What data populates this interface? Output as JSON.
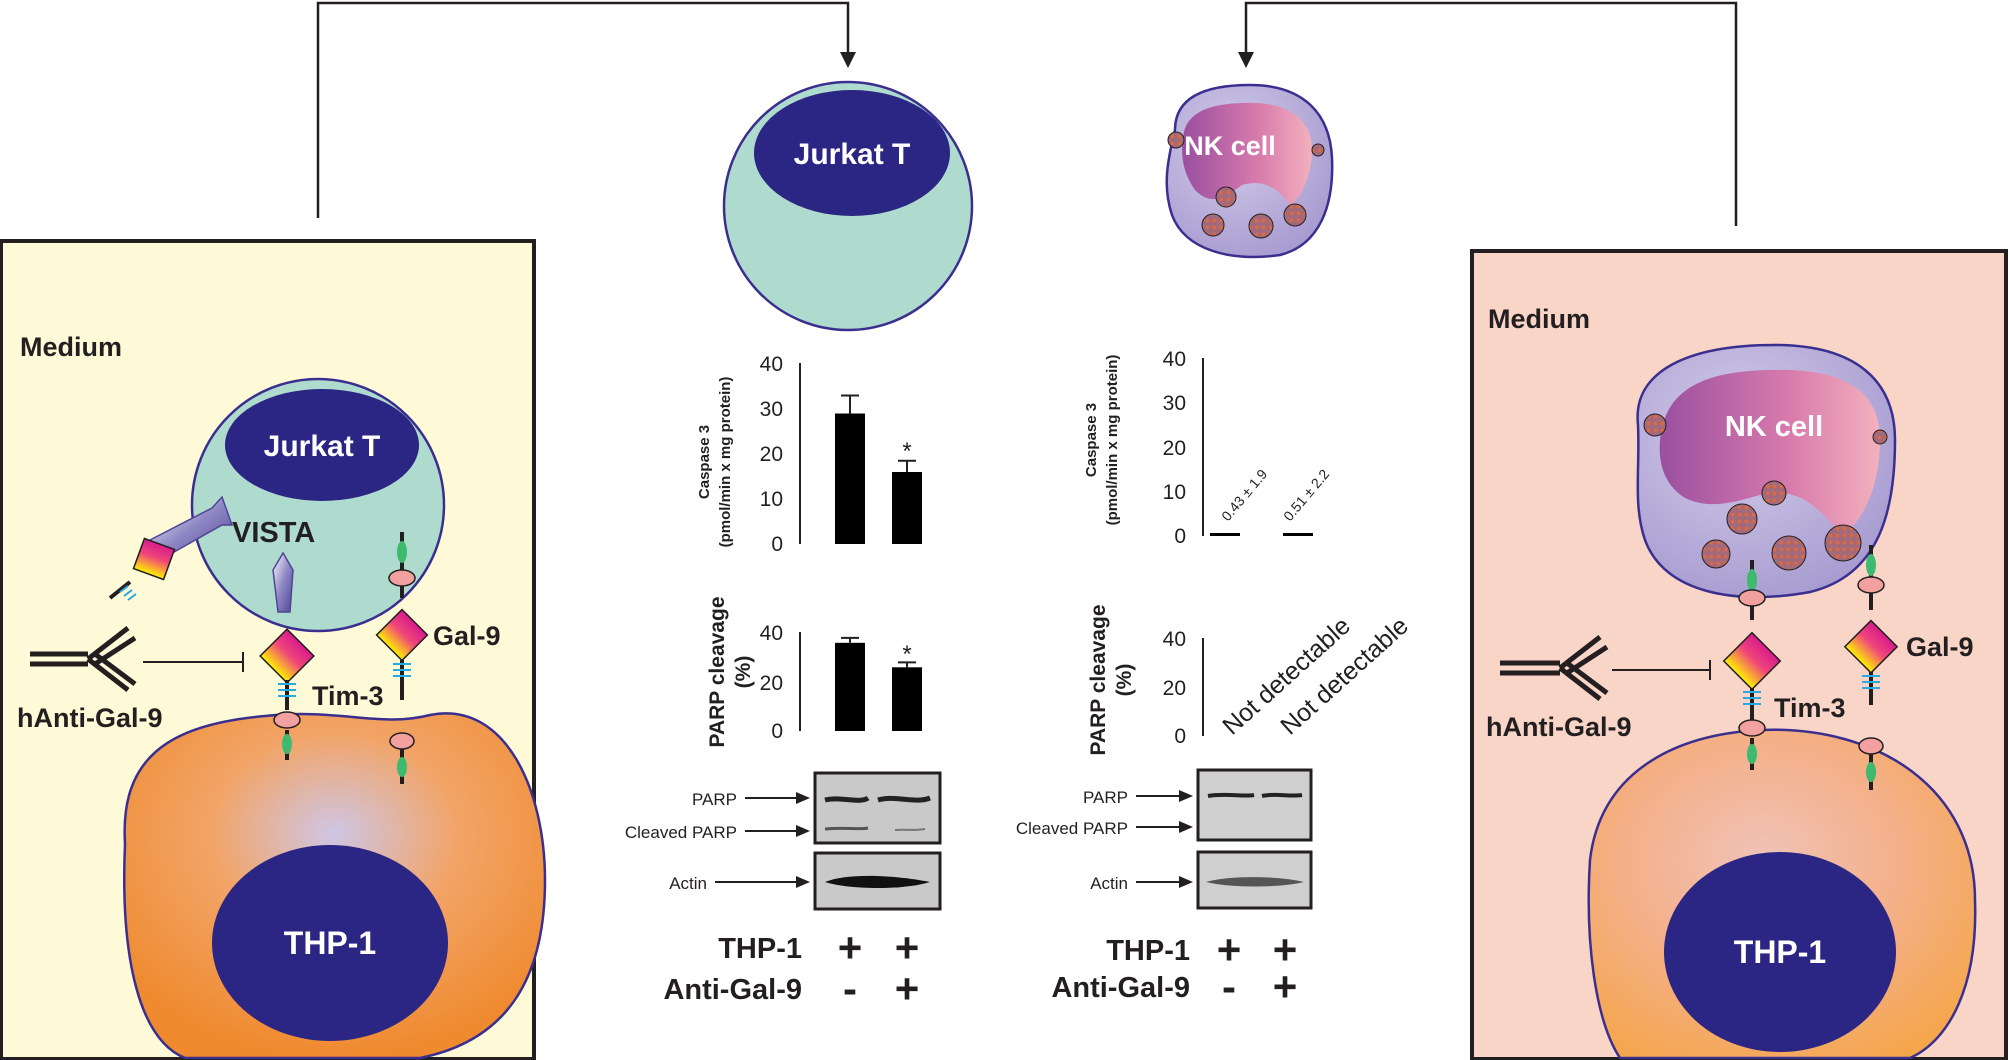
{
  "left_panel": {
    "medium_label": "Medium",
    "jurkat_label": "Jurkat T",
    "vista_label": "VISTA",
    "gal9_label": "Gal-9",
    "tim3_label": "Tim-3",
    "antibody_label": "hAnti-Gal-9",
    "thp1_label": "THP-1"
  },
  "right_panel": {
    "medium_label": "Medium",
    "nk_label": "NK cell",
    "gal9_label": "Gal-9",
    "tim3_label": "Tim-3",
    "antibody_label": "hAnti-Gal-9",
    "thp1_label": "THP-1"
  },
  "top_cells": {
    "jurkat_label": "Jurkat T",
    "nk_label": "NK cell"
  },
  "jurkat_assays": {
    "caspase_ylabel_line1": "Caspase 3",
    "caspase_ylabel_line2": "(pmol/min x mg protein)",
    "caspase_ticks": [
      "40",
      "30",
      "20",
      "10",
      "0"
    ],
    "caspase_values": [
      29,
      16
    ],
    "caspase_errors": [
      4,
      2.5
    ],
    "caspase_sig_marker": "*",
    "parp_ylabel_line1": "PARP cleavage",
    "parp_ylabel_line2": "(%)",
    "parp_ticks": [
      "40",
      "20",
      "0"
    ],
    "parp_values": [
      36,
      26
    ],
    "parp_errors": [
      2,
      2
    ],
    "parp_sig_marker": "*",
    "blot_parp_label": "PARP",
    "blot_cleaved_label": "Cleaved PARP",
    "blot_actin_label": "Actin",
    "thp1_row_label": "THP-1",
    "thp1_signs": [
      "+",
      "+"
    ],
    "antigal9_row_label": "Anti-Gal-9",
    "antigal9_signs": [
      "-",
      "+"
    ]
  },
  "nk_assays": {
    "caspase_ylabel_line1": "Caspase 3",
    "caspase_ylabel_line2": "(pmol/min x mg protein)",
    "caspase_ticks": [
      "40",
      "30",
      "20",
      "10",
      "0"
    ],
    "caspase_values": [
      0.43,
      0.51
    ],
    "caspase_value_labels": [
      "0.43 ± 1.9",
      "0.51 ± 2.2"
    ],
    "parp_ylabel_line1": "PARP cleavage",
    "parp_ylabel_line2": "(%)",
    "parp_ticks": [
      "40",
      "20",
      "0"
    ],
    "parp_value_labels": [
      "Not detectable",
      "Not detectable"
    ],
    "blot_parp_label": "PARP",
    "blot_cleaved_label": "Cleaved PARP",
    "blot_actin_label": "Actin",
    "thp1_row_label": "THP-1",
    "thp1_signs": [
      "+",
      "+"
    ],
    "antigal9_row_label": "Anti-Gal-9",
    "antigal9_signs": [
      "-",
      "+"
    ]
  },
  "chart_data": [
    {
      "type": "bar",
      "categories": [
        "-",
        "+"
      ],
      "values": [
        29,
        16
      ],
      "ylabel": "Caspase 3 (pmol/min x mg protein)",
      "ylim": [
        0,
        40
      ],
      "annotations": [
        "*"
      ]
    },
    {
      "type": "bar",
      "categories": [
        "-",
        "+"
      ],
      "values": [
        36,
        26
      ],
      "ylabel": "PARP cleavage (%)",
      "ylim": [
        0,
        40
      ],
      "annotations": [
        "*"
      ]
    },
    {
      "type": "bar",
      "categories": [
        "-",
        "+"
      ],
      "values": [
        0.43,
        0.51
      ],
      "ylabel": "Caspase 3 (pmol/min x mg protein)",
      "ylim": [
        0,
        40
      ],
      "annotations": [
        "0.43 ± 1.9",
        "0.51 ± 2.2"
      ]
    },
    {
      "type": "bar",
      "categories": [
        "-",
        "+"
      ],
      "values": [
        null,
        null
      ],
      "ylabel": "PARP cleavage (%)",
      "ylim": [
        0,
        40
      ],
      "annotations": [
        "Not detectable",
        "Not detectable"
      ]
    }
  ],
  "colors": {
    "left_medium_bg": "#fefad8",
    "right_medium_bg": "#f8d5c7",
    "jurkat_cytoplasm": "#afdbcf",
    "nucleus": "#2b2583",
    "thp1_cell": "#f09a4a",
    "nk_cell": "#b4acd6",
    "bar": "#000000"
  }
}
